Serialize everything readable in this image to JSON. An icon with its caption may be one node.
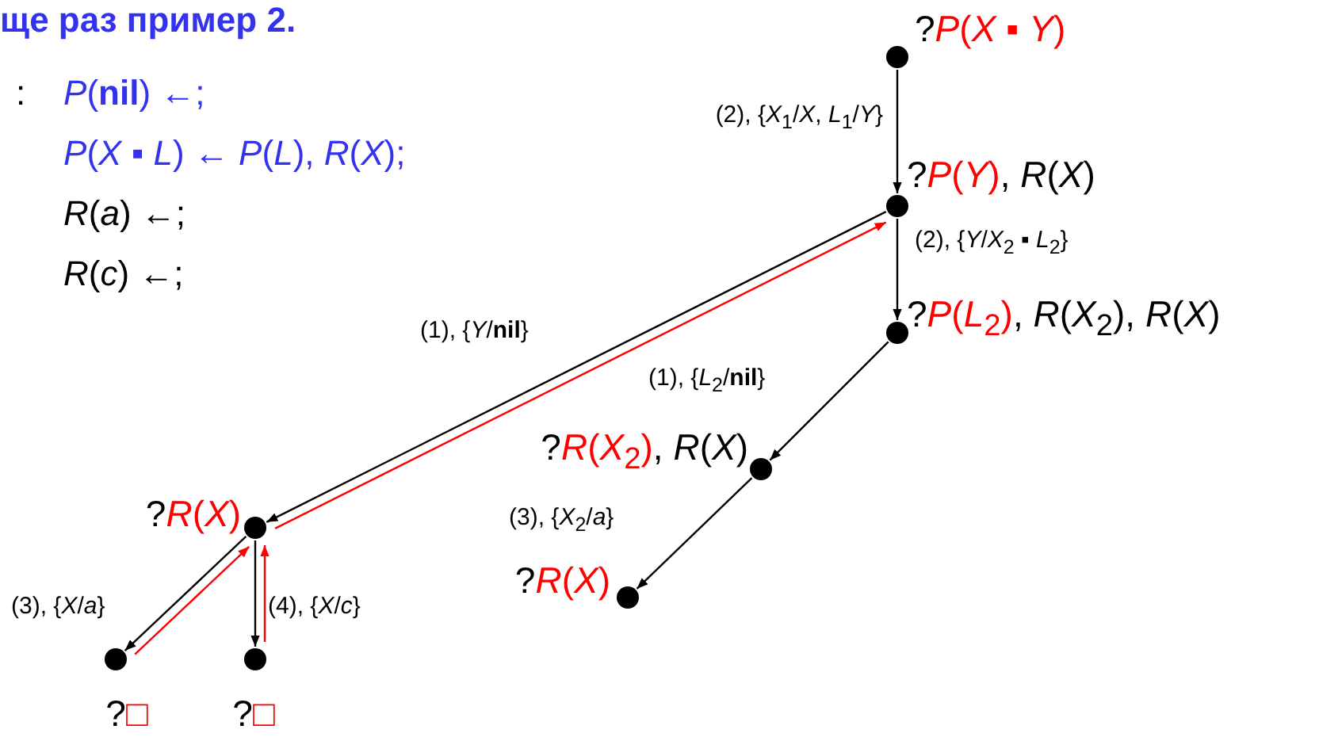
{
  "diagram": {
    "title": "ще раз пример 2.",
    "nodes": [
      {
        "text": [],
        "shape": "circle",
        "beside": [
          "?",
          "*P*(*X* ▪ *Y*)"
        ]
      },
      {
        "text": [],
        "shape": "circle",
        "beside": [
          "?",
          "*P*(*Y*)",
          ", *R*(*X*)"
        ]
      },
      {
        "text": [],
        "shape": "circle",
        "beside": [
          "?",
          "*P*(*L*$_{2}$)",
          ", *R*(*X*$_{2}$), *R*(*X*)"
        ]
      },
      {
        "text": [],
        "shape": "circle",
        "beside": [
          "?",
          "*R*(*X*$_{2}$)",
          ", *R*(*X*)"
        ]
      },
      {
        "text": [],
        "shape": "circle",
        "beside": [
          "?",
          "*R*(*X*)"
        ]
      },
      {
        "text": [],
        "shape": "circle",
        "beside": [
          "?",
          "*R*(*X*)"
        ]
      },
      {
        "text": [],
        "shape": "circle",
        "beside": [
          "?",
          "□"
        ]
      },
      {
        "text": [],
        "shape": "circle",
        "beside": [
          "?",
          "□"
        ]
      }
    ],
    "edges": [
      {
        "from": 0,
        "to": 1,
        "arrow": "to",
        "label": "(2), {*X*$_{1}$/*X*, *L*$_{1}$/*Y*}"
      },
      {
        "from": 1,
        "to": 2,
        "arrow": "to",
        "label": "(2), {*Y*/*X*$_{2}$ ▪ *L*$_{2}$}"
      },
      {
        "from": 1,
        "to": 5,
        "arrow": "to",
        "label": "(1), {*Y*/**nil**}"
      },
      {
        "from": 2,
        "to": 3,
        "arrow": "to",
        "label": "(1), {*L*$_{2}$/**nil**}"
      },
      {
        "from": 3,
        "to": 4,
        "arrow": "to",
        "label": "(3), {*X*$_{2}$/*a*}"
      },
      {
        "from": 5,
        "to": 6,
        "arrow": "to",
        "label": "(3), {*X*/*a*}"
      },
      {
        "from": 5,
        "to": 7,
        "arrow": "to",
        "label": "(4), {*X*/*c*}"
      },
      {
        "from": 6,
        "to": 5,
        "arrow": "to",
        "color": "#ff0000"
      },
      {
        "from": 7,
        "to": 5,
        "arrow": "to",
        "color": "#ff0000"
      },
      {
        "from": 5,
        "to": 1,
        "arrow": "to",
        "color": "#ff0000"
      }
    ],
    "labels": [
      ":",
      "*P*(**nil**) ←;",
      "*P*(*X* ▪ *L*) ← *P*(*L*), *R*(*X*);",
      "*R*(*a*) ←;",
      "*R*(*c*) ←;"
    ]
  }
}
